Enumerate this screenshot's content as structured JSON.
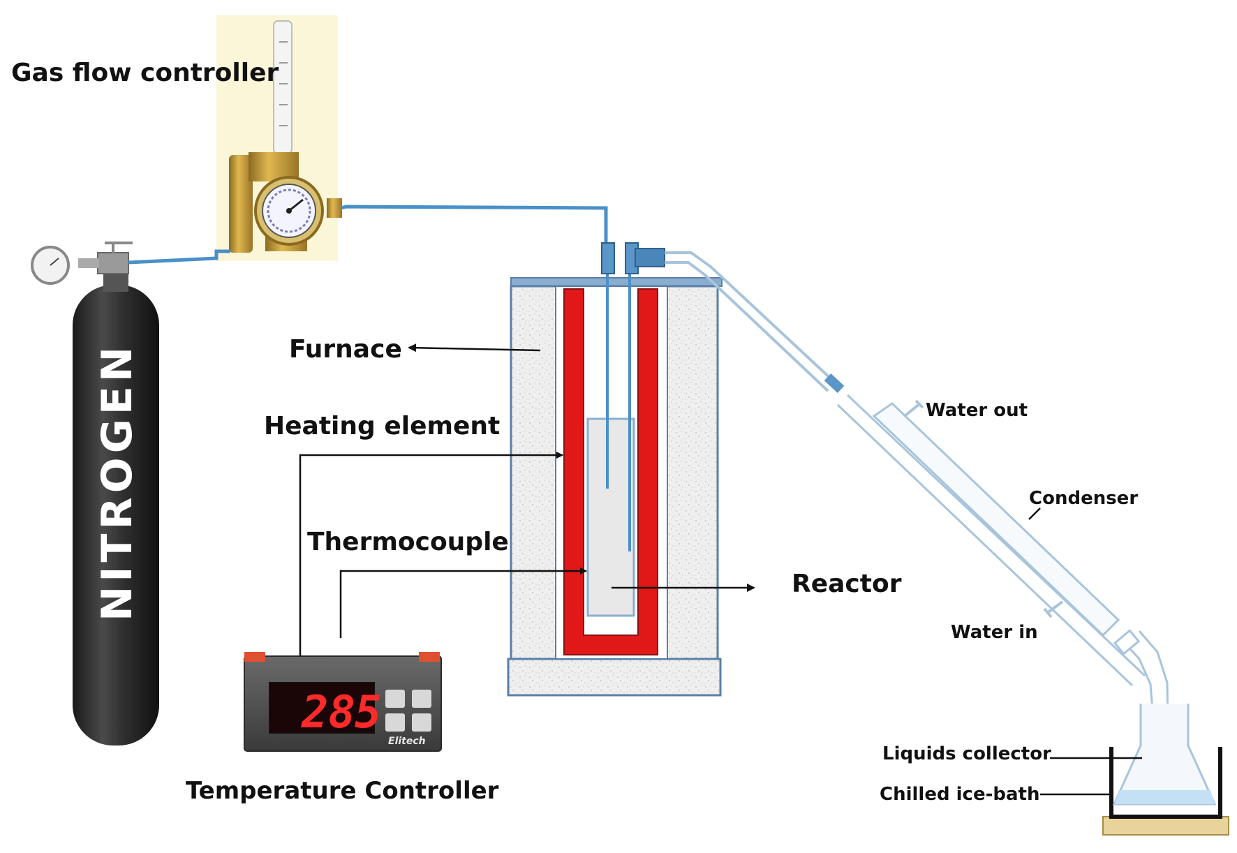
{
  "labels": {
    "gas_flow_controller": "Gas flow controller",
    "furnace": "Furnace",
    "heating_element": "Heating element",
    "thermocouple": "Thermocouple",
    "reactor": "Reactor",
    "temperature_controller": "Temperature Controller",
    "water_out": "Water out",
    "condenser": "Condenser",
    "water_in": "Water in",
    "liquids_collector": "Liquids collector",
    "chilled_ice_bath": "Chilled ice-bath"
  },
  "cylinder": {
    "text": "NITROGEN"
  },
  "controller_display": {
    "reading": "28",
    "unit_glyph": "5",
    "brand": "Elitech"
  },
  "colors": {
    "gas_line": "#4a90c8",
    "heating_element": "#e01818",
    "cylinder": "#2a2a2a",
    "furnace_fill": "#ececec",
    "furnace_outline": "#5a7fa8",
    "brass": "#c8a040",
    "lcd": "#ff2a2a"
  }
}
